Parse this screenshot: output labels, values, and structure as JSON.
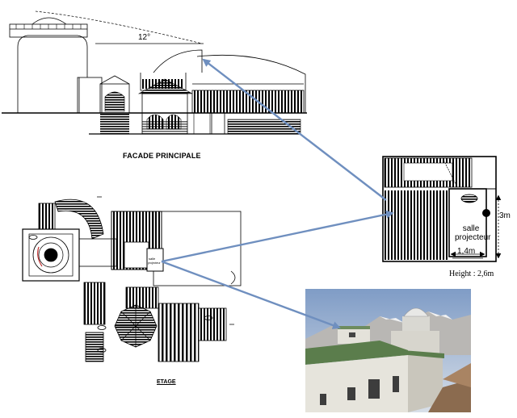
{
  "labels": {
    "facade_title": "FACADE PRINCIPALE",
    "etage_title": "ETAGE",
    "roof_angle": "12°",
    "room_name": "salle projecteur",
    "room_width": "1,4m",
    "room_depth": "3m",
    "room_height": "Height : 2,6m"
  },
  "colors": {
    "arrow": "#6f8fbf",
    "roof_green": "#5b7d4c",
    "wall": "#e6e4dc",
    "sky_top": "#8aa6cc",
    "sky_bottom": "#d6dde6"
  }
}
